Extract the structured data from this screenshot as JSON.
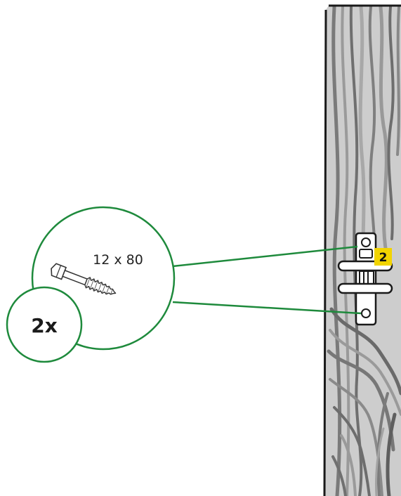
{
  "callout": {
    "screw_size": "12 x 80",
    "quantity": "2x"
  },
  "step_badge": {
    "number": "2",
    "color": "#f2d400"
  },
  "colors": {
    "leader_line": "#1e8a3c",
    "outline": "#1a1a1a",
    "wood": "#cfcfcf"
  }
}
